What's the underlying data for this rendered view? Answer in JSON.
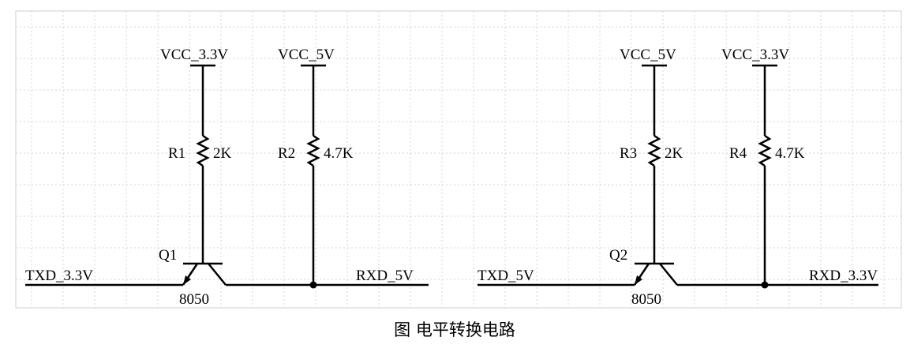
{
  "caption": "图  电平转换电路",
  "circuits": [
    {
      "vcc_left": "VCC_3.3V",
      "vcc_right": "VCC_5V",
      "r_left_name": "R1",
      "r_left_value": "2K",
      "r_right_name": "R2",
      "r_right_value": "4.7K",
      "transistor_name": "Q1",
      "transistor_model": "8050",
      "input_label": "TXD_3.3V",
      "output_label": "RXD_5V"
    },
    {
      "vcc_left": "VCC_5V",
      "vcc_right": "VCC_3.3V",
      "r_left_name": "R3",
      "r_left_value": "2K",
      "r_right_name": "R4",
      "r_right_value": "4.7K",
      "transistor_name": "Q2",
      "transistor_model": "8050",
      "input_label": "TXD_5V",
      "output_label": "RXD_3.3V"
    }
  ]
}
